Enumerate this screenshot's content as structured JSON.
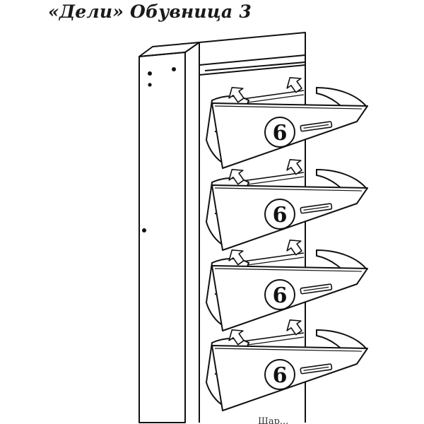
{
  "title": "«Дели» Обувница 3",
  "callouts": [
    {
      "part_number": "6"
    },
    {
      "part_number": "6"
    },
    {
      "part_number": "6"
    },
    {
      "part_number": "6"
    }
  ],
  "footnote": "Шар...",
  "colors": {
    "line": "#111111",
    "arrow_fill": "#ffffff",
    "background": "#ffffff"
  },
  "icons": [
    "assembly-arrow-icon",
    "handle-icon"
  ]
}
